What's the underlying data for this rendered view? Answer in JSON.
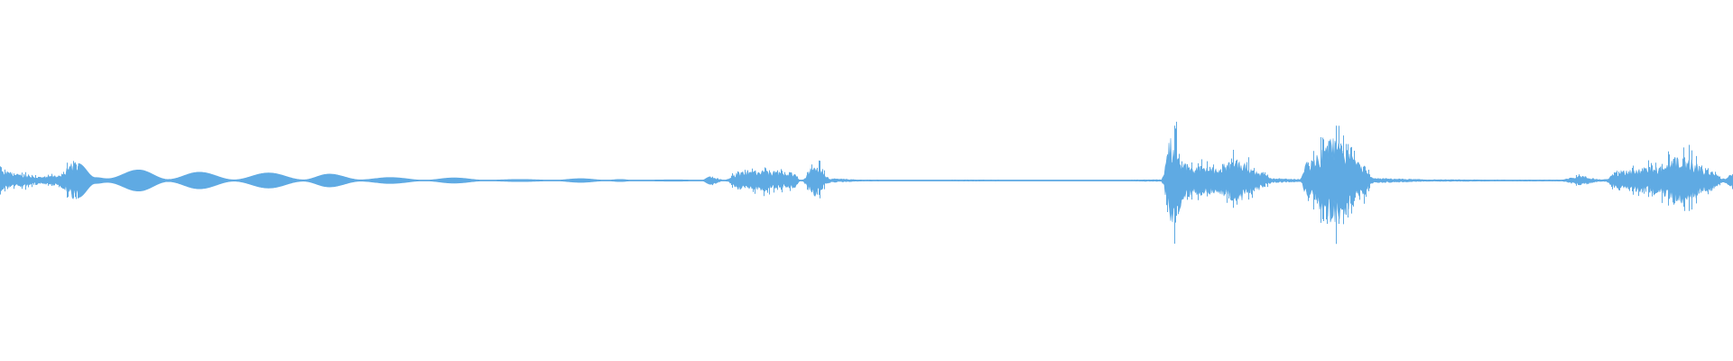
{
  "waveform": {
    "color": "#5faae3",
    "background": "#ffffff",
    "amplitude_scale": 1.0,
    "envelope": [
      {
        "t": 0.0,
        "a": 0.22,
        "style": "noisy"
      },
      {
        "t": 0.012,
        "a": 0.14,
        "style": "noisy"
      },
      {
        "t": 0.025,
        "a": 0.08,
        "style": "noisy"
      },
      {
        "t": 0.033,
        "a": 0.12,
        "style": "noisy"
      },
      {
        "t": 0.045,
        "a": 0.45,
        "style": "smooth"
      },
      {
        "t": 0.055,
        "a": 0.08,
        "style": "smooth"
      },
      {
        "t": 0.062,
        "a": 0.05,
        "style": "smooth"
      },
      {
        "t": 0.08,
        "a": 0.28,
        "style": "smooth"
      },
      {
        "t": 0.097,
        "a": 0.03,
        "style": "smooth"
      },
      {
        "t": 0.115,
        "a": 0.22,
        "style": "smooth"
      },
      {
        "t": 0.135,
        "a": 0.02,
        "style": "smooth"
      },
      {
        "t": 0.155,
        "a": 0.2,
        "style": "smooth"
      },
      {
        "t": 0.175,
        "a": 0.02,
        "style": "smooth"
      },
      {
        "t": 0.19,
        "a": 0.17,
        "style": "smooth"
      },
      {
        "t": 0.208,
        "a": 0.02,
        "style": "smooth"
      },
      {
        "t": 0.225,
        "a": 0.08,
        "style": "smooth"
      },
      {
        "t": 0.245,
        "a": 0.01,
        "style": "smooth"
      },
      {
        "t": 0.262,
        "a": 0.07,
        "style": "smooth"
      },
      {
        "t": 0.28,
        "a": 0.01,
        "style": "smooth"
      },
      {
        "t": 0.3,
        "a": 0.03,
        "style": "smooth"
      },
      {
        "t": 0.32,
        "a": 0.01,
        "style": "smooth"
      },
      {
        "t": 0.335,
        "a": 0.05,
        "style": "smooth"
      },
      {
        "t": 0.35,
        "a": 0.01,
        "style": "smooth"
      },
      {
        "t": 0.358,
        "a": 0.03,
        "style": "smooth"
      },
      {
        "t": 0.365,
        "a": 0.01,
        "style": "smooth"
      },
      {
        "t": 0.39,
        "a": 0.02,
        "style": "smooth"
      },
      {
        "t": 0.405,
        "a": 0.01,
        "style": "smooth"
      },
      {
        "t": 0.41,
        "a": 0.1,
        "style": "noisy"
      },
      {
        "t": 0.418,
        "a": 0.01,
        "style": "noisy"
      },
      {
        "t": 0.427,
        "a": 0.2,
        "style": "noisy"
      },
      {
        "t": 0.44,
        "a": 0.22,
        "style": "noisy"
      },
      {
        "t": 0.458,
        "a": 0.18,
        "style": "noisy"
      },
      {
        "t": 0.462,
        "a": 0.01,
        "style": "noisy"
      },
      {
        "t": 0.47,
        "a": 0.35,
        "style": "noisy"
      },
      {
        "t": 0.48,
        "a": 0.04,
        "style": "noisy"
      },
      {
        "t": 0.5,
        "a": 0.015,
        "style": "noisy"
      },
      {
        "t": 0.53,
        "a": 0.01,
        "style": "noisy"
      },
      {
        "t": 0.56,
        "a": 0.015,
        "style": "noisy"
      },
      {
        "t": 0.6,
        "a": 0.01,
        "style": "noisy"
      },
      {
        "t": 0.64,
        "a": 0.01,
        "style": "noisy"
      },
      {
        "t": 0.67,
        "a": 0.02,
        "style": "noisy"
      },
      {
        "t": 0.676,
        "a": 1.0,
        "style": "noisy"
      },
      {
        "t": 0.685,
        "a": 0.35,
        "style": "noisy"
      },
      {
        "t": 0.7,
        "a": 0.3,
        "style": "noisy"
      },
      {
        "t": 0.715,
        "a": 0.48,
        "style": "noisy"
      },
      {
        "t": 0.725,
        "a": 0.22,
        "style": "noisy"
      },
      {
        "t": 0.735,
        "a": 0.05,
        "style": "noisy"
      },
      {
        "t": 0.75,
        "a": 0.03,
        "style": "noisy"
      },
      {
        "t": 0.755,
        "a": 0.45,
        "style": "noisy"
      },
      {
        "t": 0.77,
        "a": 0.95,
        "style": "noisy"
      },
      {
        "t": 0.785,
        "a": 0.4,
        "style": "noisy"
      },
      {
        "t": 0.793,
        "a": 0.05,
        "style": "noisy"
      },
      {
        "t": 0.83,
        "a": 0.02,
        "style": "noisy"
      },
      {
        "t": 0.87,
        "a": 0.015,
        "style": "noisy"
      },
      {
        "t": 0.9,
        "a": 0.015,
        "style": "noisy"
      },
      {
        "t": 0.912,
        "a": 0.1,
        "style": "noisy"
      },
      {
        "t": 0.925,
        "a": 0.02,
        "style": "noisy"
      },
      {
        "t": 0.935,
        "a": 0.22,
        "style": "noisy"
      },
      {
        "t": 0.955,
        "a": 0.3,
        "style": "noisy"
      },
      {
        "t": 0.972,
        "a": 0.55,
        "style": "noisy"
      },
      {
        "t": 0.985,
        "a": 0.25,
        "style": "noisy"
      },
      {
        "t": 0.995,
        "a": 0.05,
        "style": "noisy"
      },
      {
        "t": 1.0,
        "a": 0.15,
        "style": "noisy"
      }
    ]
  }
}
